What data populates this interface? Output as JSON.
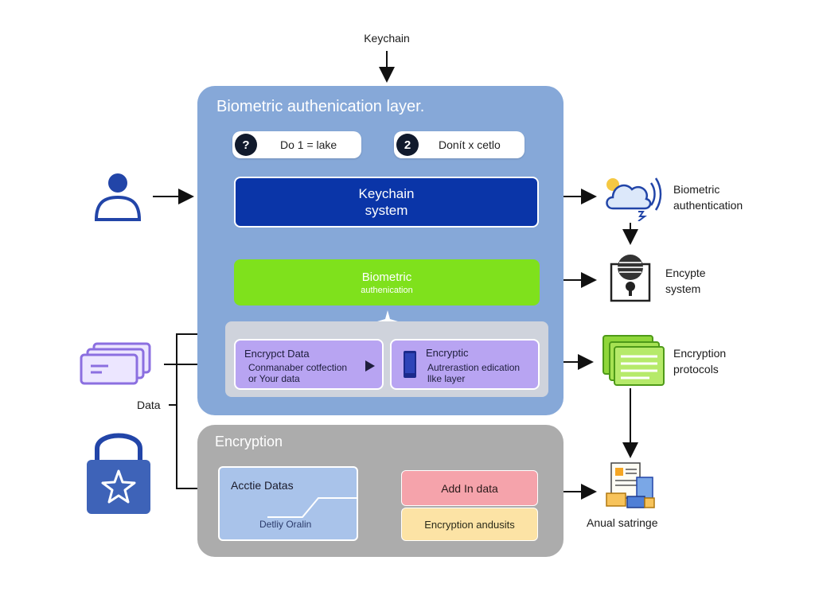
{
  "top_label": "Keychain",
  "biometric_layer": {
    "title": "Biometric authenication layer.",
    "steps": [
      {
        "number": "?",
        "label": "Do 1 = lake"
      },
      {
        "number": "2",
        "label": "Donít x cetlo"
      }
    ],
    "keychain_box": {
      "line1": "Keychain",
      "line2": "system"
    },
    "biometric_box": {
      "line1": "Biometric",
      "line2": "authenication"
    },
    "encrypt_data": {
      "title": "Encrypct Data",
      "line1": "Conmanaber cotfection",
      "line2": "or Your data"
    },
    "encryptic": {
      "title": "Encryptic",
      "line1": "Autrerastion edication",
      "line2": "llke layer"
    }
  },
  "encryption_panel": {
    "title": "Encryption",
    "active_box": {
      "title": "Acctie Datas",
      "subtitle": "Detliy Oralin"
    },
    "add_box": "Add In data",
    "adjust_box": "Encryption andusits"
  },
  "left": {
    "data_label": "Data"
  },
  "right": {
    "biometric": {
      "line1": "Biometric",
      "line2": "authentication"
    },
    "encrypt_system": {
      "line1": "Encypte",
      "line2": "system"
    },
    "protocols": {
      "line1": "Encryption",
      "line2": "protocols"
    },
    "annual": "Anual satringe"
  },
  "colors": {
    "blue_panel": "#86a8d8",
    "gray_panel": "#acacac",
    "keychain_navy": "#0a35a8",
    "biometric_green": "#7fe11c",
    "lavender": "#b8a4f2",
    "pink": "#f5a3ab",
    "yellow": "#fce3a5",
    "icon_blue": "#2245a8"
  },
  "icons": {
    "user": "user-icon",
    "cards": "cards-icon",
    "lock": "padlock-star-icon",
    "cloud": "cloud-icon",
    "safe": "safe-icon",
    "documents": "documents-icon",
    "storage": "storage-icon"
  }
}
